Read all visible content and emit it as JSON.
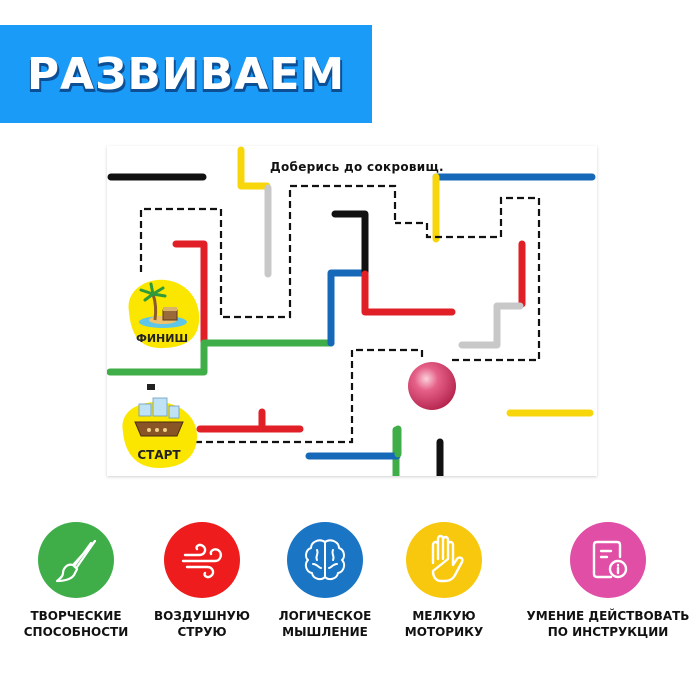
{
  "banner": {
    "title": "РАЗВИВАЕМ",
    "background": "#1a9bf7"
  },
  "maze": {
    "caption": "Доберись до сокровищ.",
    "finish_label": "ФИНИШ",
    "start_label": "СТАРТ",
    "colors": {
      "black": "#111111",
      "yellow": "#f7d70c",
      "gray": "#c8c8c8",
      "red": "#e11f26",
      "blue": "#1669b8",
      "green": "#3fae49",
      "ball": "#d9406b",
      "blob": "#fbe600"
    }
  },
  "features": [
    {
      "icon": "paintbrush-icon",
      "color": "#3fae49",
      "line1": "ТВОРЧЕСКИЕ",
      "line2": "СПОСОБНОСТИ"
    },
    {
      "icon": "wind-icon",
      "color": "#ee1c1c",
      "line1": "ВОЗДУШНУЮ",
      "line2": "СТРУЮ"
    },
    {
      "icon": "brain-icon",
      "color": "#1a75c4",
      "line1": "ЛОГИЧЕСКОЕ",
      "line2": "МЫШЛЕНИЕ"
    },
    {
      "icon": "hand-icon",
      "color": "#f8c80e",
      "line1": "МЕЛКУЮ",
      "line2": "МОТОРИКУ"
    },
    {
      "icon": "document-info-icon",
      "color": "#e04ea6",
      "line1": "УМЕНИЕ ДЕЙСТВОВАТЬ",
      "line2": "ПО ИНСТРУКЦИИ"
    }
  ]
}
